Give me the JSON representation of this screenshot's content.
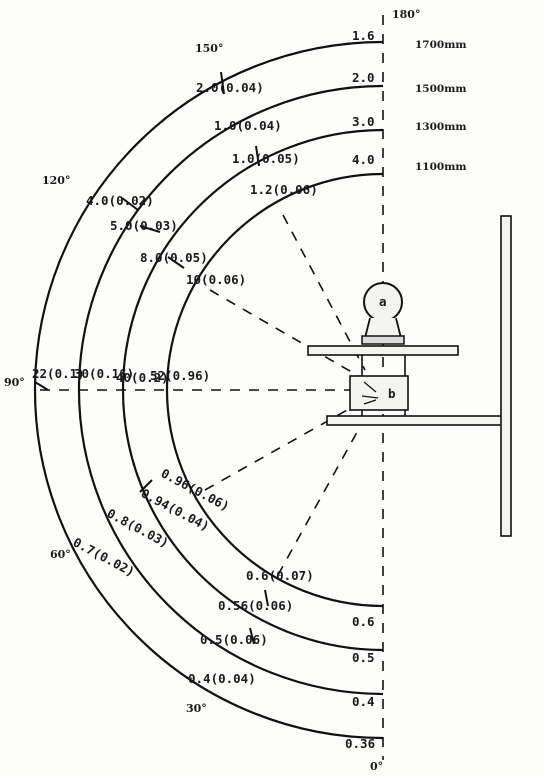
{
  "angles": {
    "a180": "180°",
    "a150": "150°",
    "a120": "120°",
    "a90": "90°",
    "a60": "60°",
    "a30": "30°",
    "a0": "0°"
  },
  "distances": {
    "d1700": "1700mm",
    "d1500": "1500mm",
    "d1300": "1300mm",
    "d1100": "1100mm"
  },
  "top_values": {
    "r1": "1.6",
    "r2": "2.0",
    "r3": "3.0",
    "r4": "4.0"
  },
  "bottom_values": {
    "r1": "0.36",
    "r2": "0.4",
    "r3": "0.5",
    "r4": "0.6"
  },
  "arc_labels": {
    "o150": "2.0(0.04)",
    "r2_150": "1.0(0.04)",
    "r3_150": "1.0(0.05)",
    "r4_150": "1.2(0.06)",
    "o120": "4.0(0.02)",
    "r2_120": "5.0(0.03)",
    "r3_120": "8.0(0.05)",
    "r4_120": "10(0.06)",
    "o90": "22(0.1)",
    "r2_90": "30(0.16)",
    "r3_90": "40(0.2)",
    "r4_90": "52(0.96)",
    "o60": "0.7(0.02)",
    "r2_60": "0.8(0.03)",
    "r3_60": "0.94(0.04)",
    "r4_60": "0.96(0.06)",
    "o30": "0.4(0.04)",
    "r2_30": "0.5(0.06)",
    "r3_30": "0.56(0.06)",
    "r4_30": "0.6(0.07)"
  },
  "apparatus": {
    "source": "a",
    "detector": "b"
  }
}
